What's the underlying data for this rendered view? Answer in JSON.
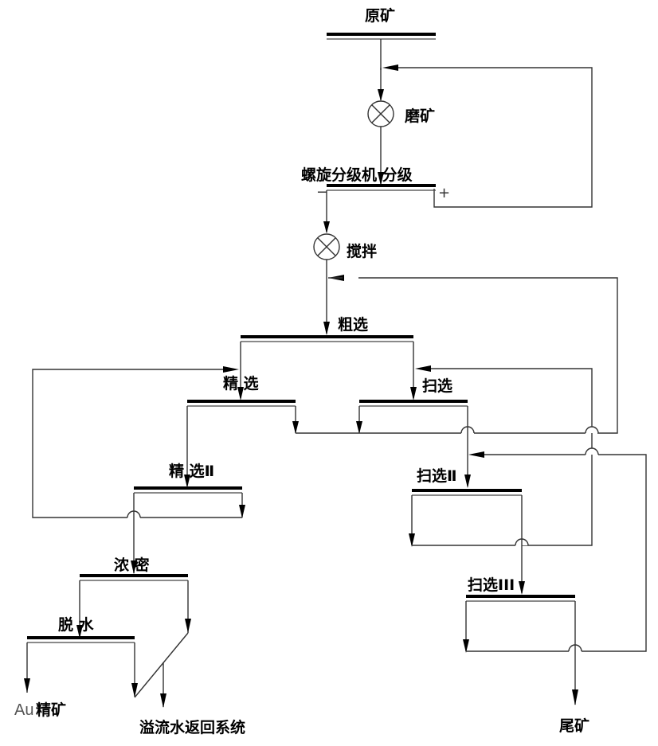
{
  "title": "金矿选矿工艺流程图",
  "nodes": {
    "raw_ore": "原矿",
    "grinding": "磨矿",
    "classifier": "螺旋分级机 分级",
    "classifier_minus": "−",
    "classifier_plus": "+",
    "mixing": "搅拌",
    "rougher": "粗选",
    "cleaner1": "精 选",
    "scavenger1": "扫选",
    "cleaner2": "精 选Ⅱ",
    "scavenger2": "扫选Ⅱ",
    "scavenger3": "扫选III",
    "thickening": "浓 密",
    "dewatering": "脱 水",
    "product_au_prefix": "Au",
    "product_au": "精矿",
    "overflow_return": "溢流水返回系统",
    "tailings": "尾矿"
  },
  "icons": {
    "grinding": "mill-circle-x-icon",
    "mixing": "mixer-circle-x-icon"
  }
}
